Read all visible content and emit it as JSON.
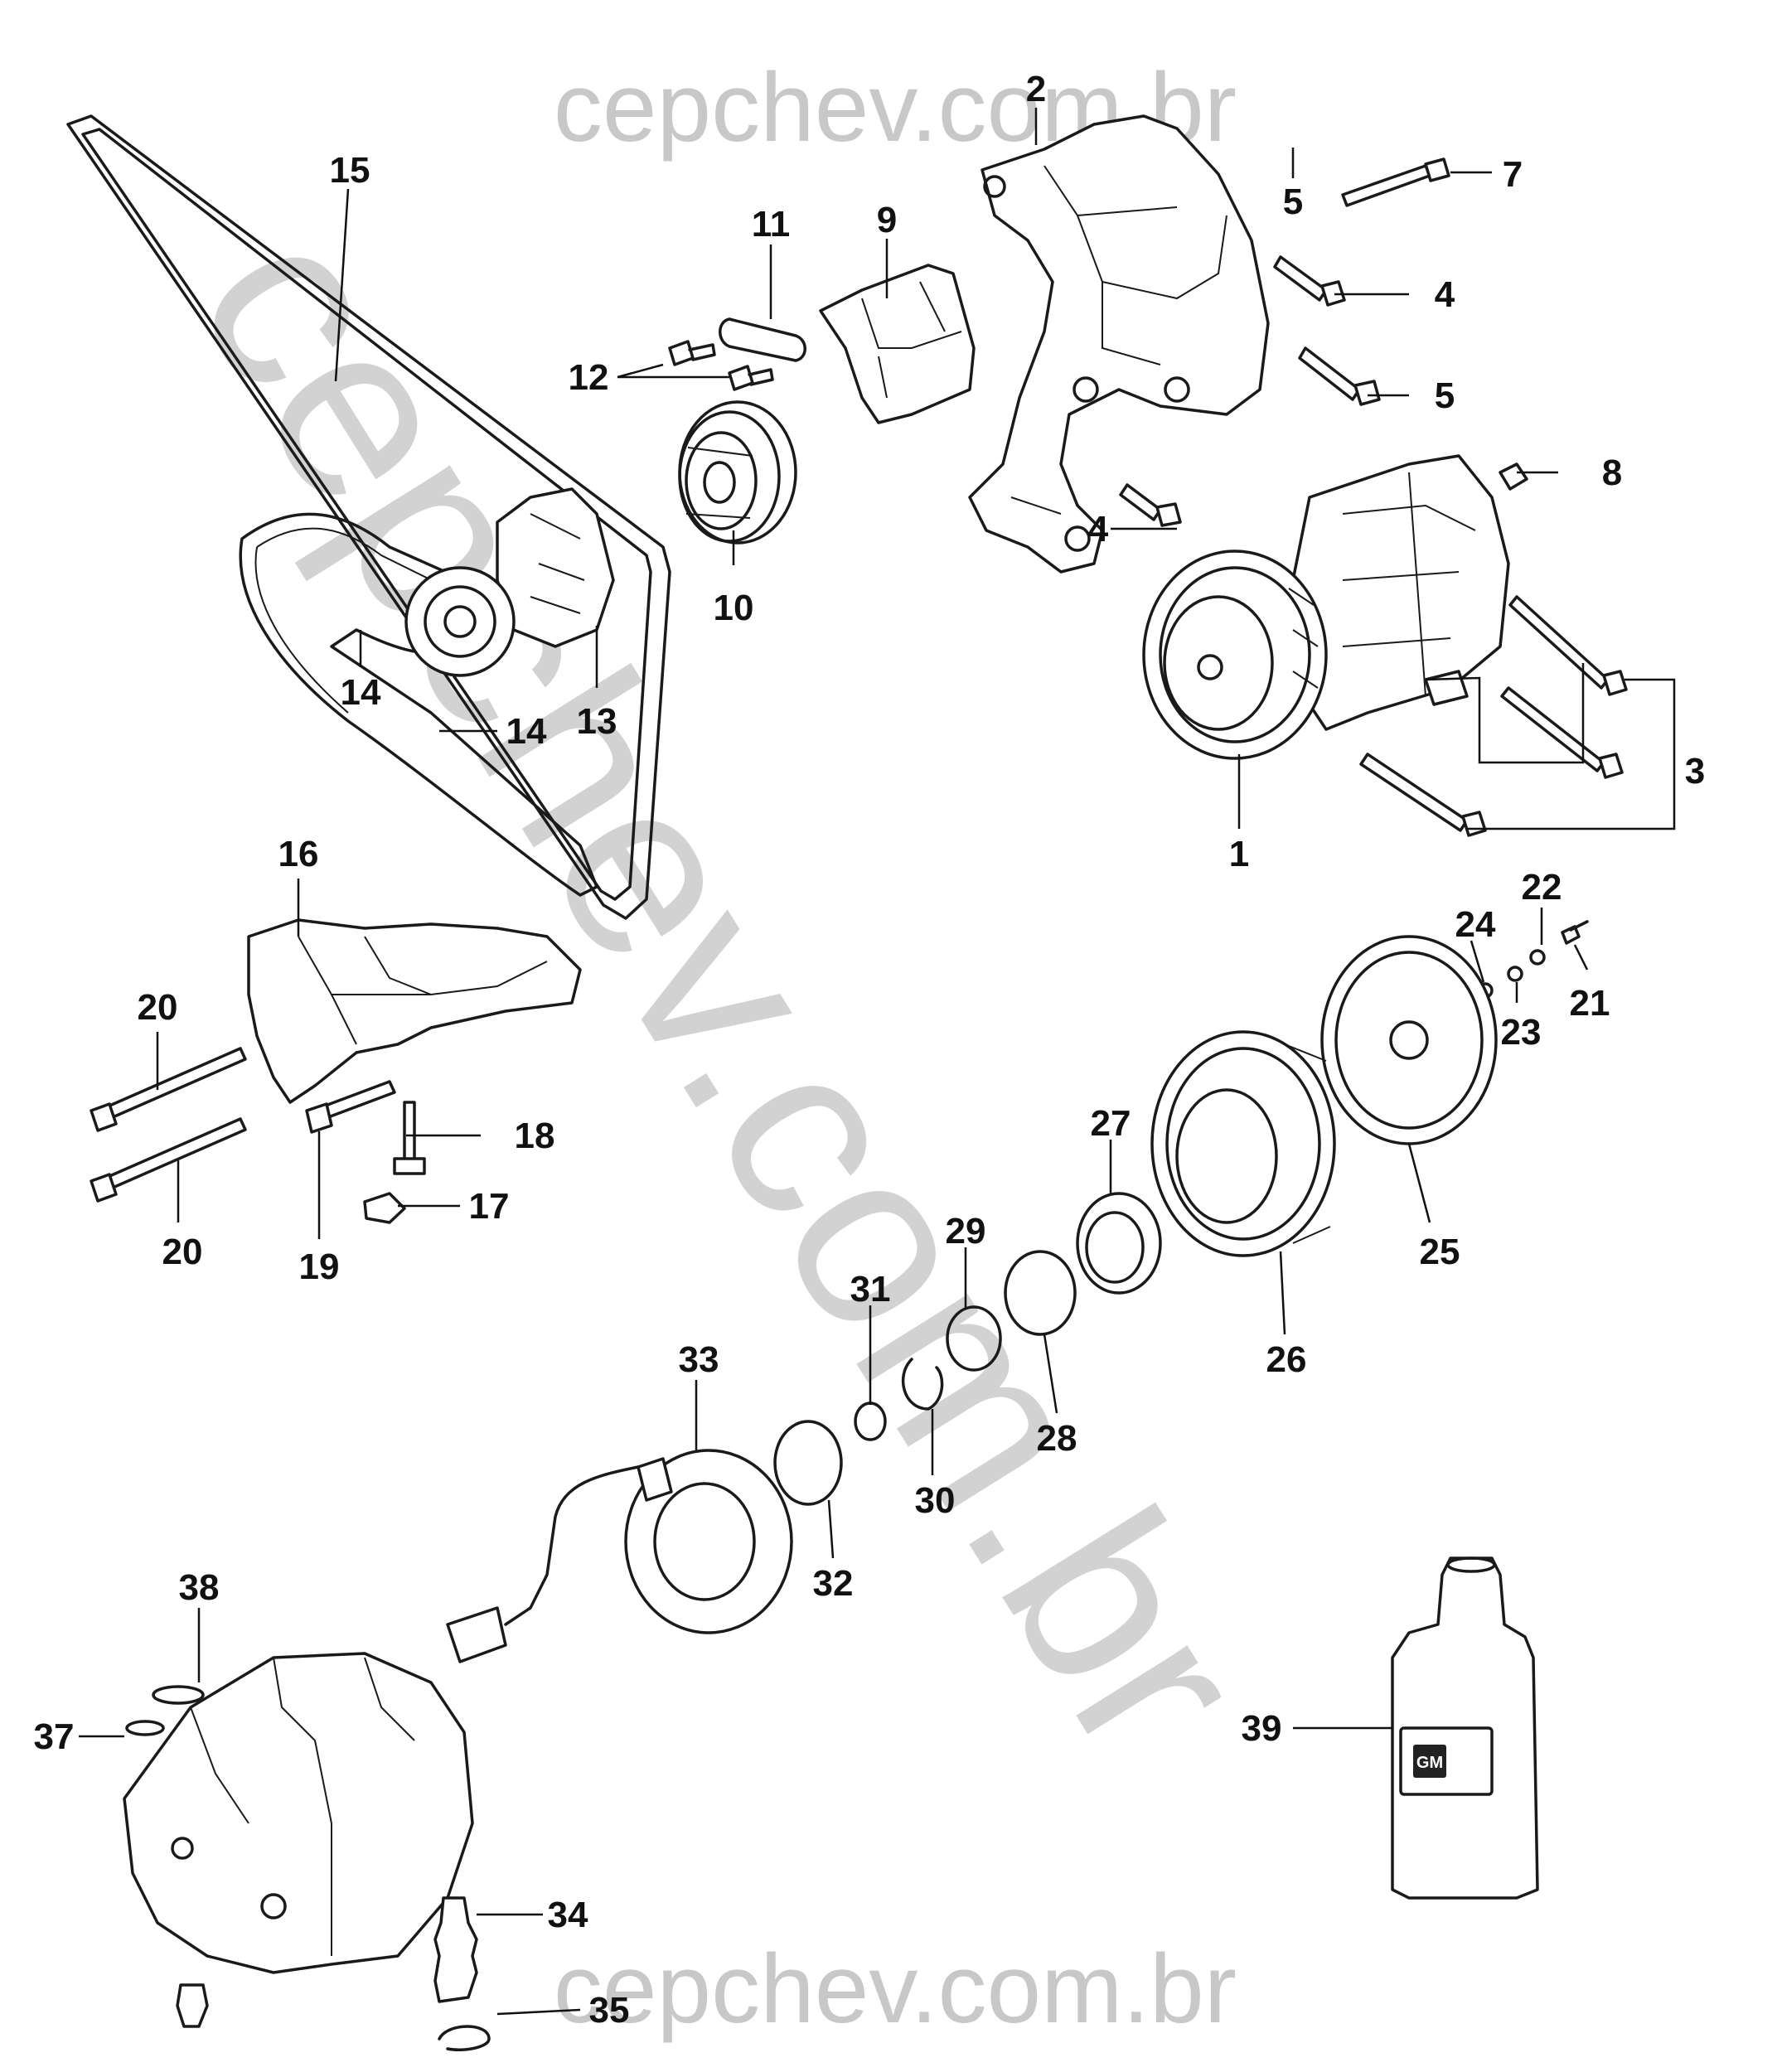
{
  "watermarks": {
    "top": "cepchev.com.br",
    "bottom": "cepchev.com.br",
    "diagonal": "cepchev.com.br"
  },
  "callouts": {
    "c1": "1",
    "c2": "2",
    "c3": "3",
    "c4a": "4",
    "c4b": "4",
    "c5a": "5",
    "c5b": "5",
    "c7": "7",
    "c8": "8",
    "c9": "9",
    "c10": "10",
    "c11": "11",
    "c12": "12",
    "c13": "13",
    "c14a": "14",
    "c14b": "14",
    "c15": "15",
    "c16": "16",
    "c17": "17",
    "c18": "18",
    "c19": "19",
    "c20a": "20",
    "c20b": "20",
    "c21": "21",
    "c22": "22",
    "c23": "23",
    "c24": "24",
    "c25": "25",
    "c26": "26",
    "c27": "27",
    "c28": "28",
    "c29": "29",
    "c30": "30",
    "c31": "31",
    "c32": "32",
    "c33": "33",
    "c34": "34",
    "c35": "35",
    "c37": "37",
    "c38": "38",
    "c39": "39"
  },
  "oil_can_label": "GM"
}
